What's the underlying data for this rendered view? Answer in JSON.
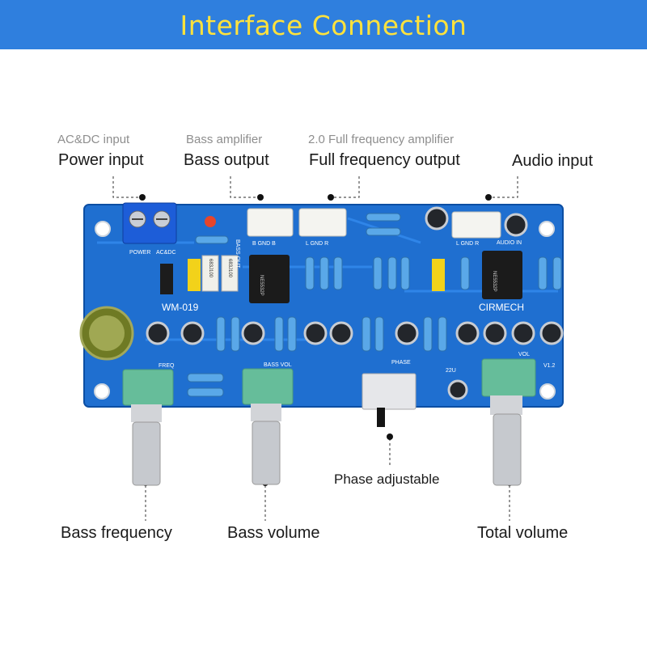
{
  "header": {
    "title": "Interface  Connection"
  },
  "labels": {
    "power": {
      "sub": "AC&DC input",
      "main": "Power input"
    },
    "bass_out": {
      "sub": "Bass amplifier",
      "main": "Bass output"
    },
    "full_out": {
      "sub": "2.0 Full frequency amplifier",
      "main": "Full frequency output"
    },
    "audio_in": {
      "main": "Audio input"
    },
    "bass_freq": {
      "main": "Bass frequency"
    },
    "bass_vol": {
      "main": "Bass volume"
    },
    "phase": {
      "main": "Phase adjustable"
    },
    "total_vol": {
      "main": "Total volume"
    }
  },
  "board": {
    "model": "WM-019",
    "brand": "CIRMECH",
    "silk": {
      "bass_out": "BASS OUT",
      "b_gnd_b": "B  GND  B",
      "l_gnd_r_1": "L  GND  R",
      "l_gnd_r_2": "L  GND  R",
      "audio_in": "AUDIO IN",
      "power": "POWER",
      "acdc": "AC&DC",
      "freq": "FREQ",
      "bass_vol": "BASS VOL",
      "phase": "PHASE",
      "vol": "VOL",
      "v12": "V1.2",
      "cap22": "22U",
      "chip": "NE5532P",
      "film": "683J100"
    }
  },
  "colors": {
    "banner": "#2f7fde",
    "title": "#ffe23c",
    "pcb": "#1f6fd0"
  }
}
